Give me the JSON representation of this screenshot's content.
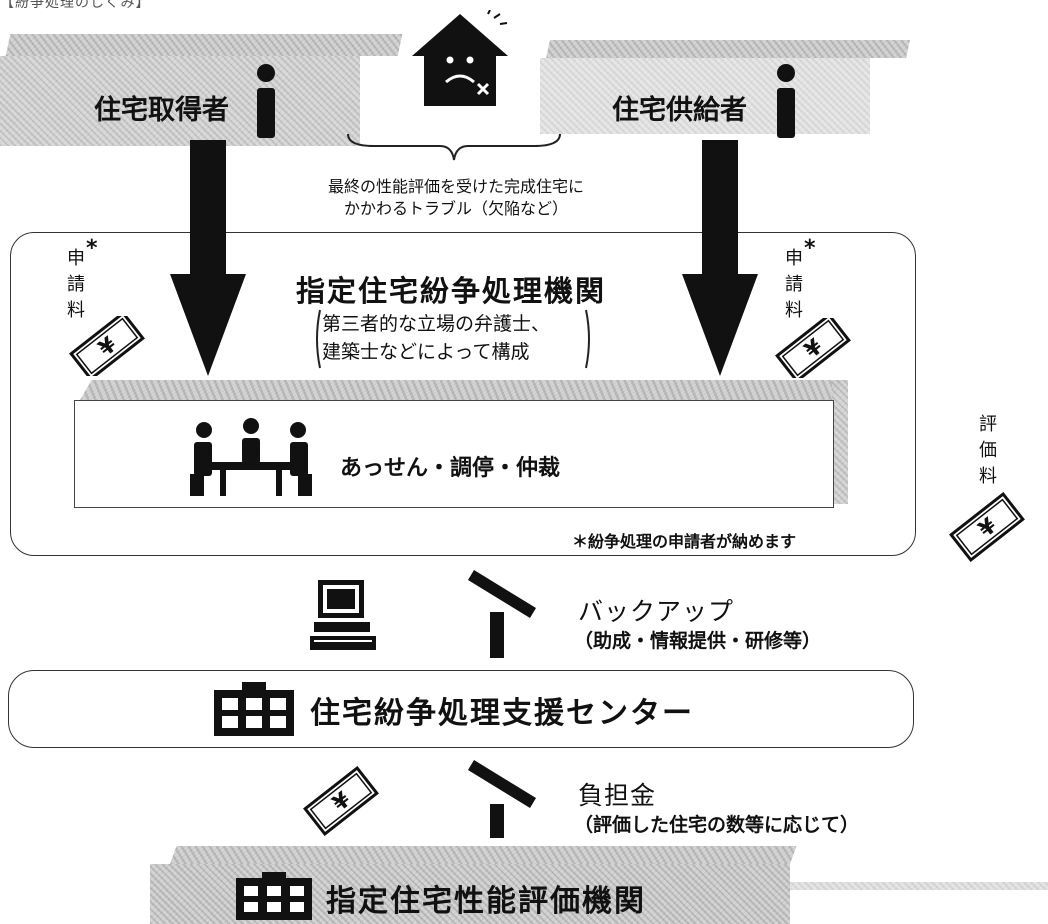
{
  "header": {
    "title": "【紛争処理のしくみ】"
  },
  "actors": {
    "acquirer": "住宅取得者",
    "supplier": "住宅供給者"
  },
  "trouble_note": {
    "line1": "最終の性能評価を受けた完成住宅に",
    "line2": "かかわるトラブル（欠陥など）"
  },
  "dispute_org": {
    "title": "指定住宅紛争処理機関",
    "sub_line1": "第三者的な立場の弁護士、",
    "sub_line2": "建築士などによって構成",
    "process": "あっせん・調停・仲裁",
    "footnote": "＊紛争処理の申請者が納めます"
  },
  "fees": {
    "application_fee": "申請料",
    "asterisk": "*",
    "evaluation_fee": "評価料",
    "yen_symbol": "¥"
  },
  "support": {
    "title": "バックアップ",
    "details": "（助成・情報提供・研修等）"
  },
  "support_center": {
    "title": "住宅紛争処理支援センター"
  },
  "contribution": {
    "title": "負担金",
    "details": "（評価した住宅の数等に応じて）"
  },
  "evaluation_org": {
    "title": "指定住宅性能評価機関"
  },
  "icons": {
    "house": "sad-house-icon",
    "person": "person-icon",
    "meeting": "meeting-icon",
    "computer": "computer-icon",
    "building": "building-icon",
    "yen_ticket": "yen-ticket-icon",
    "arrow": "down-arrow-icon"
  }
}
